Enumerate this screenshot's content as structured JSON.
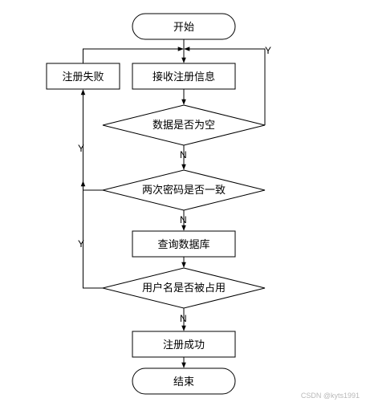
{
  "flowchart": {
    "start": "开始",
    "receive": "接收注册信息",
    "fail": "注册失败",
    "decision_empty": "数据是否为空",
    "decision_pw": "两次密码是否一致",
    "query": "查询数据库",
    "decision_user": "用户名是否被占用",
    "success": "注册成功",
    "end": "结束",
    "yes": "Y",
    "no": "N"
  },
  "watermark": "CSDN @kyts1991"
}
